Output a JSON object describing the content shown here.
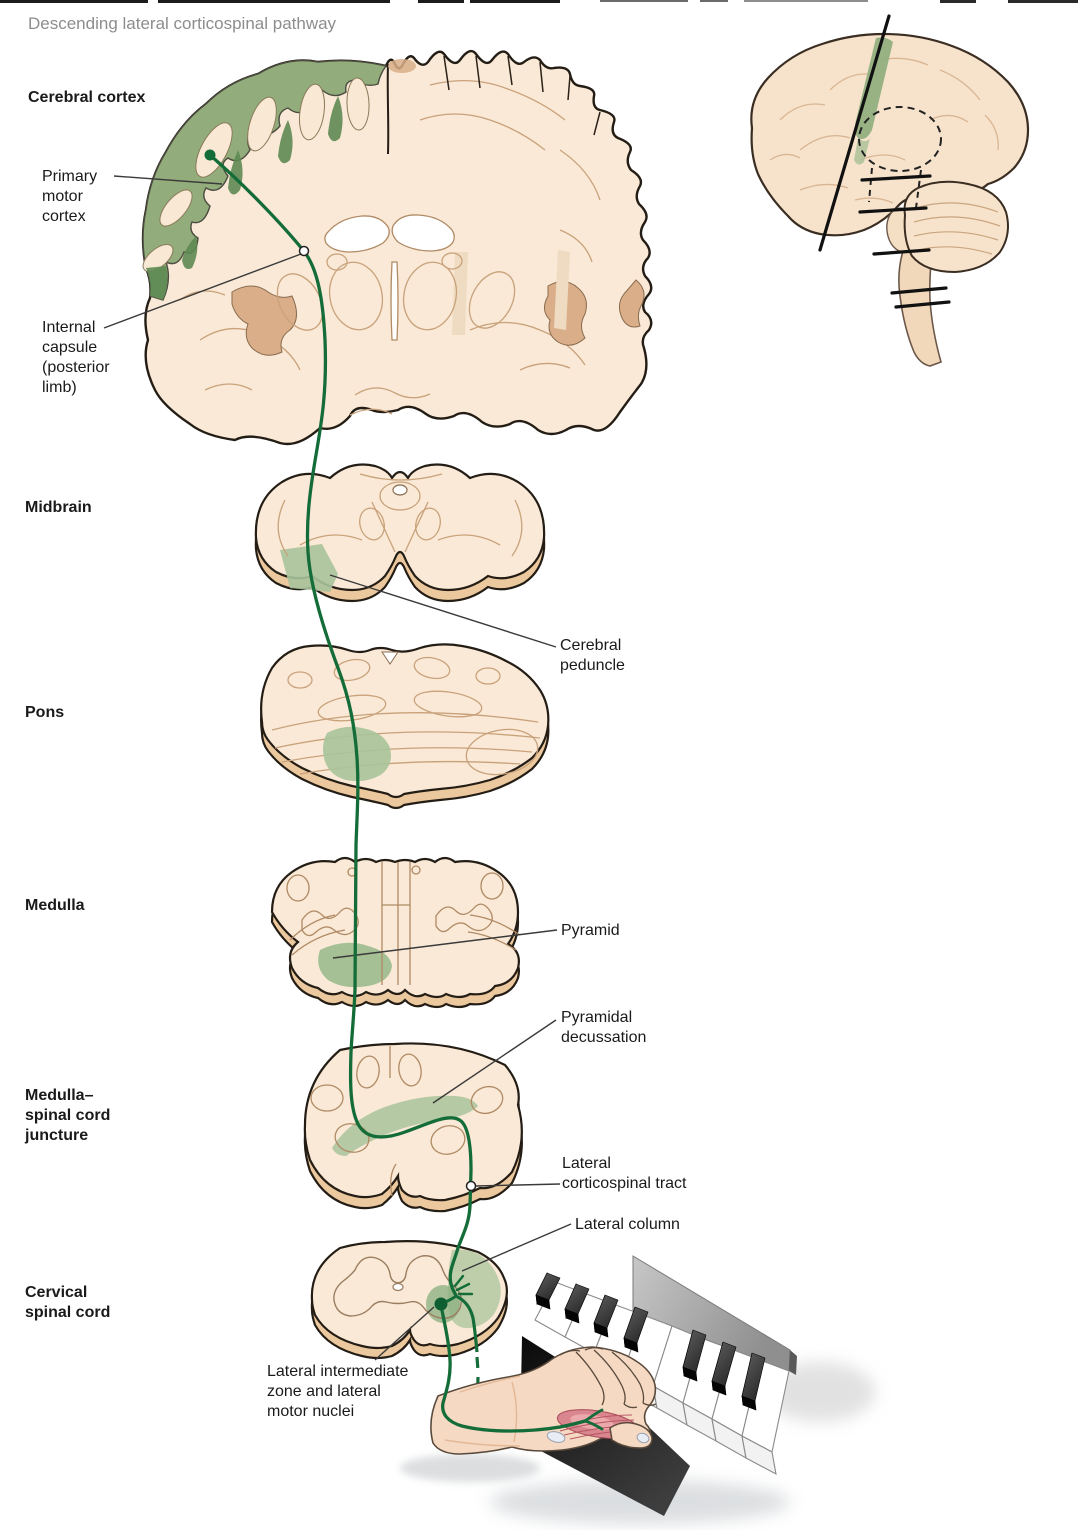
{
  "title": "Descending lateral corticospinal pathway",
  "section_labels": {
    "cerebral_cortex": "Cerebral cortex",
    "midbrain": "Midbrain",
    "pons": "Pons",
    "medulla": "Medulla",
    "medulla_spinal_cord_juncture": "Medulla–\nspinal cord\njuncture",
    "cervical_spinal_cord": "Cervical\nspinal cord"
  },
  "annotations": {
    "primary_motor_cortex": "Primary\nmotor\ncortex",
    "internal_capsule": "Internal\ncapsule\n(posterior\nlimb)",
    "cerebral_peduncle": "Cerebral\npeduncle",
    "pyramid": "Pyramid",
    "pyramidal_decussation": "Pyramidal\ndecussation",
    "lateral_corticospinal_tract": "Lateral\ncorticospinal tract",
    "lateral_column": "Lateral column",
    "lateral_intermediate": "Lateral intermediate\nzone and lateral\nmotor nuclei"
  },
  "colors": {
    "pathway_green": "#146c38",
    "highlight_green": "#92ac7b",
    "patch_green": "#a9c39b",
    "dark_green_wedge": "#5f8a54",
    "tissue_cream": "#f9e9d6",
    "tissue_rim": "#ebc89e",
    "tissue_tan": "#d9ae88",
    "title_gray": "#8d8d8d",
    "label_black": "#1a1a1a"
  }
}
